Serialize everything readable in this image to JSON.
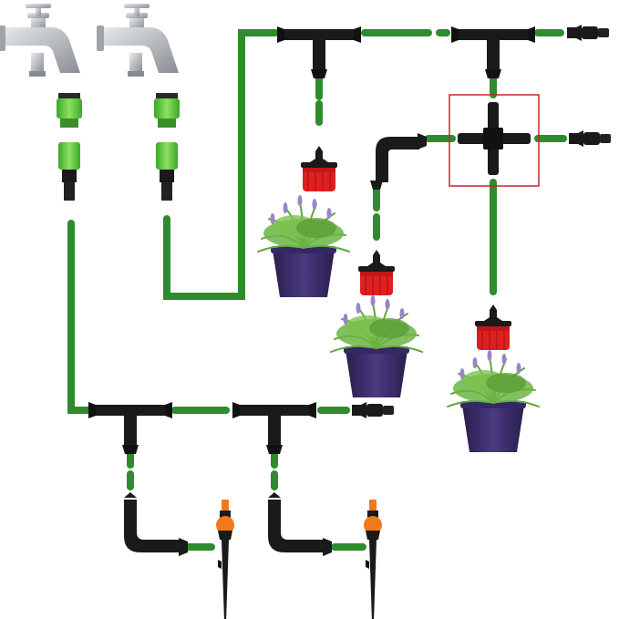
{
  "colors": {
    "background": "#ffffff",
    "tube": "#2e8b2e",
    "fitting": "#1a1a1a",
    "dripper_body": "#e02020",
    "sprinkler_head": "#f07a1a",
    "adapter": "#5cc83c",
    "tap_metal": "#b8bcc0",
    "pot": "#3d2d6a",
    "plant_leaf": "#5fa83a",
    "flower": "#9b84c8",
    "highlight_box": "#c0282c"
  },
  "components": [
    {
      "kind": "faucet",
      "icon": "faucet-icon",
      "count": 2
    },
    {
      "kind": "hose-adapter",
      "icon": "green-hose-connector-icon",
      "count": 2
    },
    {
      "kind": "tee-connector",
      "icon": "tee-fitting-icon",
      "count": 4
    },
    {
      "kind": "cross-connector",
      "icon": "cross-fitting-icon",
      "count": 1,
      "highlighted": true
    },
    {
      "kind": "elbow-connector",
      "icon": "elbow-fitting-icon",
      "count": 3
    },
    {
      "kind": "end-plug",
      "icon": "end-plug-icon",
      "count": 3
    },
    {
      "kind": "dripper",
      "icon": "red-dripper-icon",
      "count": 3
    },
    {
      "kind": "spike-sprinkler",
      "icon": "orange-sprinkler-icon",
      "count": 2
    },
    {
      "kind": "potted-plant",
      "icon": "lavender-pot-icon",
      "count": 3
    }
  ]
}
